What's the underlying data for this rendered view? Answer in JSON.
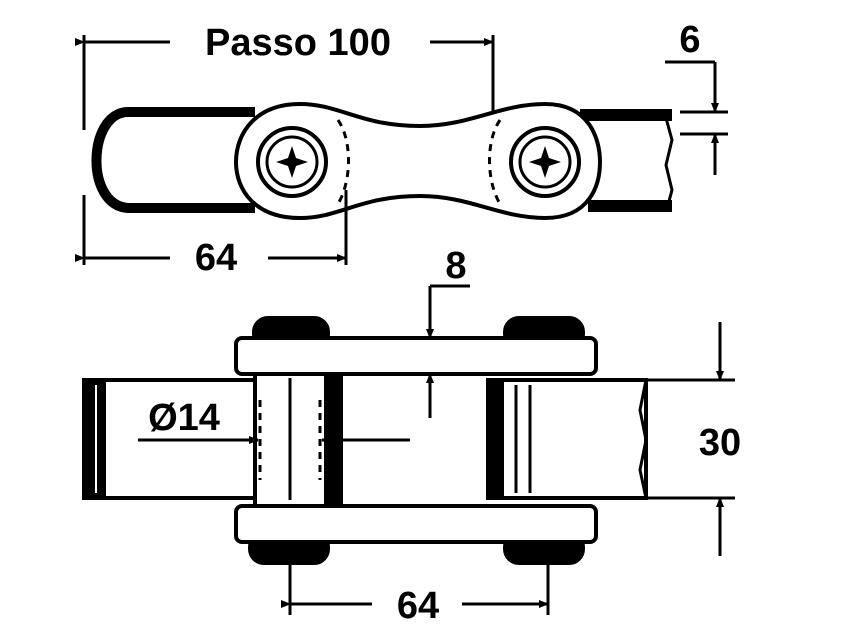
{
  "labels": {
    "pitch": "Passo 100",
    "plate_thickness": "6",
    "side_length_top": "64",
    "link_gap": "8",
    "pin_diameter": "Ø14",
    "chain_width": "30",
    "side_length_bottom": "64"
  },
  "colors": {
    "ink": "#000000",
    "paper": "#ffffff"
  }
}
